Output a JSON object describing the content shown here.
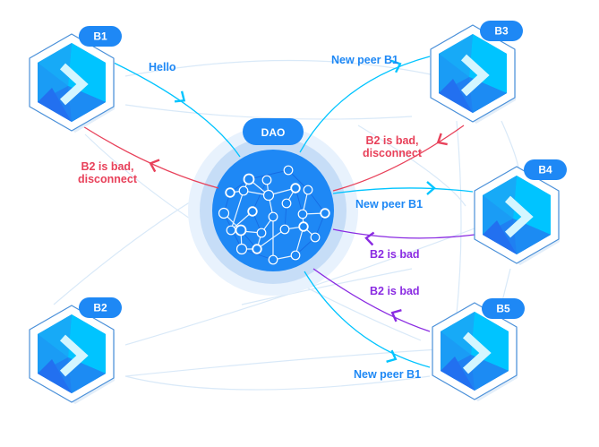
{
  "diagram": {
    "title": "DAO peer network",
    "colors": {
      "primary": "#1e88f5",
      "cyan": "#00c4ff",
      "red": "#e8415a",
      "purple": "#8a2be2",
      "mesh": "#d6e8f8",
      "halo_outer": "#e6f1fd",
      "halo_inner": "#c3dcf7",
      "label_blue": "#1e88f5"
    },
    "hub": {
      "label": "DAO"
    },
    "nodes": [
      {
        "id": "B1",
        "label": "B1"
      },
      {
        "id": "B2",
        "label": "B2"
      },
      {
        "id": "B3",
        "label": "B3"
      },
      {
        "id": "B4",
        "label": "B4"
      },
      {
        "id": "B5",
        "label": "B5"
      }
    ],
    "messages": [
      {
        "from": "B1",
        "to": "DAO",
        "text": "Hello",
        "color": "cyan",
        "direction": "to-hub"
      },
      {
        "from": "DAO",
        "to": "B1",
        "text": "B2 is bad, disconnect",
        "lines": [
          "B2 is bad,",
          "disconnect"
        ],
        "color": "red",
        "direction": "to-node"
      },
      {
        "from": "DAO",
        "to": "B3",
        "text": "New peer B1",
        "color": "cyan",
        "direction": "to-node"
      },
      {
        "from": "B3",
        "to": "DAO",
        "text": "B2 is bad, disconnect",
        "lines": [
          "B2 is bad,",
          "disconnect"
        ],
        "color": "red",
        "direction": "to-hub"
      },
      {
        "from": "DAO",
        "to": "B4",
        "text": "New peer B1",
        "color": "cyan",
        "direction": "to-node"
      },
      {
        "from": "B4",
        "to": "DAO",
        "text": "B2 is bad",
        "color": "purple",
        "direction": "to-hub"
      },
      {
        "from": "B5",
        "to": "DAO",
        "text": "B2 is bad",
        "color": "purple",
        "direction": "to-hub"
      },
      {
        "from": "DAO",
        "to": "B5",
        "text": "New peer B1",
        "color": "cyan",
        "direction": "to-node"
      }
    ]
  }
}
